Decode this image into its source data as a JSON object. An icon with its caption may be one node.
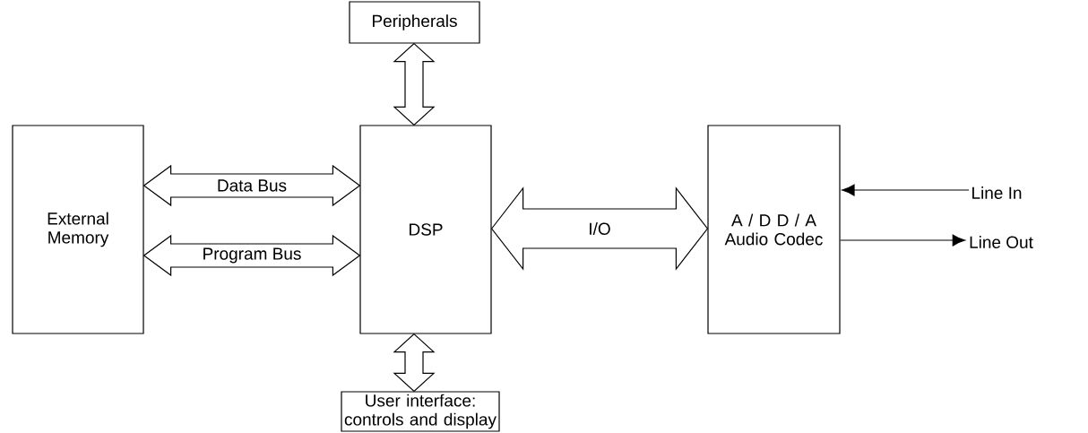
{
  "diagram": {
    "nodes": [
      {
        "text": [
          "Peripherals"
        ]
      },
      {
        "text": [
          "External Memory"
        ]
      },
      {
        "text": [
          "DSP"
        ]
      },
      {
        "text": [
          "A / D D / A Audio Codec"
        ]
      },
      {
        "text": [
          "User interface: controls and display"
        ]
      },
      {
        "text": [
          "Line In"
        ]
      },
      {
        "text": [
          "Line Out"
        ]
      }
    ],
    "edges": [
      {
        "from": 2,
        "to": 0,
        "arrow": "both"
      },
      {
        "from": 1,
        "to": 2,
        "arrow": "both",
        "label": "Data Bus"
      },
      {
        "from": 1,
        "to": 2,
        "arrow": "both",
        "label": "Program Bus"
      },
      {
        "from": 2,
        "to": 3,
        "arrow": "both",
        "label": "I/O"
      },
      {
        "from": 2,
        "to": 4,
        "arrow": "both"
      },
      {
        "from": 5,
        "to": 3,
        "arrow": "to"
      },
      {
        "from": 3,
        "to": 6,
        "arrow": "to"
      }
    ]
  }
}
